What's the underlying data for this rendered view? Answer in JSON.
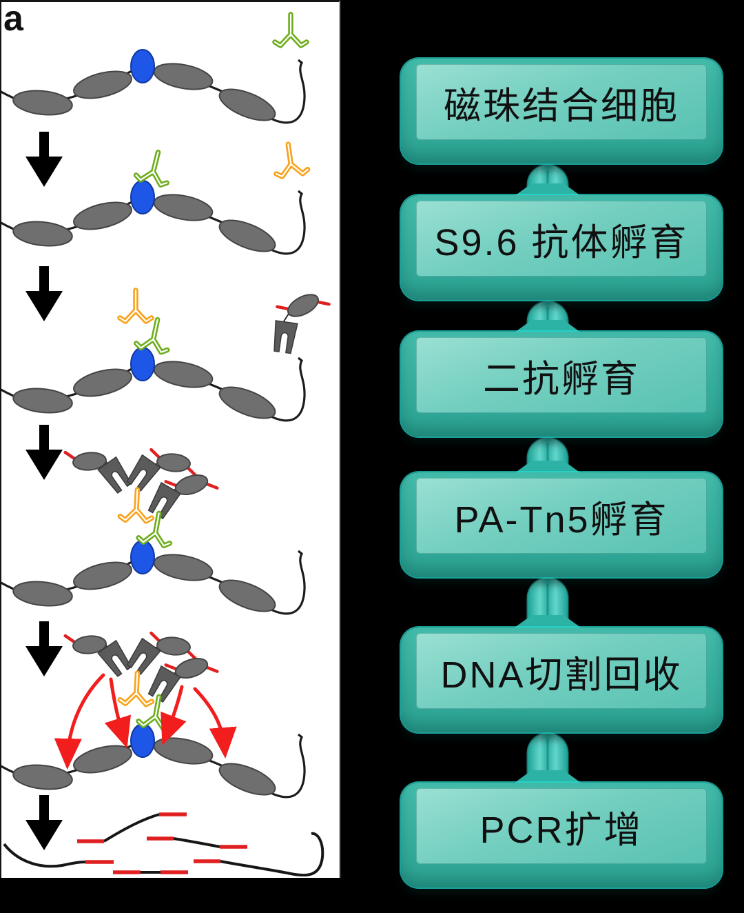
{
  "panel_label": "a",
  "flowchart": {
    "steps": [
      {
        "id": "bead-cell-binding",
        "label": "磁珠结合细胞"
      },
      {
        "id": "s96-antibody-incubation",
        "label": "S9.6 抗体孵育"
      },
      {
        "id": "secondary-antibody-incubation",
        "label": "二抗孵育"
      },
      {
        "id": "pa-tn5-incubation",
        "label": "PA-Tn5孵育"
      },
      {
        "id": "dna-cleavage-recovery",
        "label": "DNA切割回收"
      },
      {
        "id": "pcr-amplification",
        "label": "PCR扩增"
      }
    ],
    "colors": {
      "box_fill": "#35ad9d",
      "box_inner_fill": "#7fd2c3",
      "edge_glow": "#23e0d4",
      "connector": "#2db2a6",
      "text": "#101010",
      "background": "#000000"
    }
  },
  "schematic": {
    "background": "#ffffff",
    "icons": {
      "nucleosome": "gray-ellipse",
      "r_loop": "blue-ellipse",
      "s96_antibody": "green-Y-antibody",
      "secondary_antibody": "orange-Y-antibody",
      "pa_tn5_transposome": "gray-clamp-with-gray-ellipse",
      "adapter": "red-line-segment",
      "step_arrow": "black-down-arrow",
      "tagmentation_arrow": "red-curved-arrow",
      "dna_fragment": "black-line-with-red-adapter-ends"
    },
    "colors": {
      "s96_antibody": "#6fae1f",
      "secondary_antibody": "#f9a21b",
      "r_loop": "#1e57e8",
      "nucleosome": "#6f6f6f",
      "adapter": "#e02020",
      "step_arrow": "#000000",
      "tagmentation_arrow": "#f21d1d"
    }
  }
}
